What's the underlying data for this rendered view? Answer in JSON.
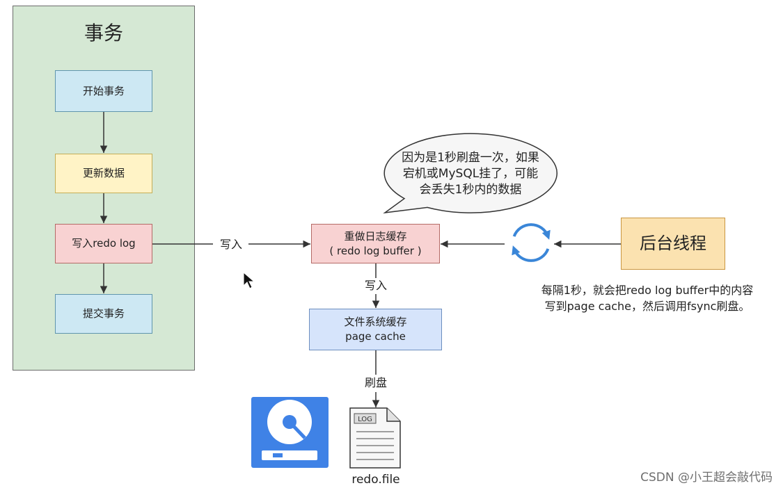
{
  "transaction_panel": {
    "title": "事务",
    "steps": [
      "开始事务",
      "更新数据",
      "写入redo log",
      "提交事务"
    ]
  },
  "labels": {
    "write_to_buffer": "写入",
    "write_to_page_cache": "写入",
    "flush": "刷盘"
  },
  "redo_log_buffer": {
    "title": "重做日志缓存",
    "subtitle": "( redo log buffer )"
  },
  "page_cache": {
    "title": "文件系统缓存",
    "subtitle": "page cache"
  },
  "background_thread": {
    "label": "后台线程",
    "note": [
      "每隔1秒，就会把redo log buffer中的内容",
      "写到page cache，然后调用fsync刷盘。"
    ]
  },
  "speech_bubble": {
    "lines": [
      "因为是1秒刷盘一次，如果",
      "宕机或MySQL挂了，可能",
      "会丢失1秒内的数据"
    ]
  },
  "log_file": {
    "tag": "LOG",
    "filename": "redo.file"
  },
  "icons": {
    "loop": "refresh-cycle-icon",
    "disk": "hard-disk-icon",
    "file": "log-file-icon",
    "cursor": "mouse-pointer-icon"
  },
  "watermark": "CSDN @小王超会敲代码",
  "colors": {
    "panel_green": "#d5e8d4",
    "box_blue": "#cde8f3",
    "box_yellow": "#fff3c6",
    "box_pink": "#f8d2d2",
    "page_cache_blue": "#d6e4fb",
    "thread_orange": "#fbe2b0",
    "icon_blue": "#3f82e6"
  }
}
